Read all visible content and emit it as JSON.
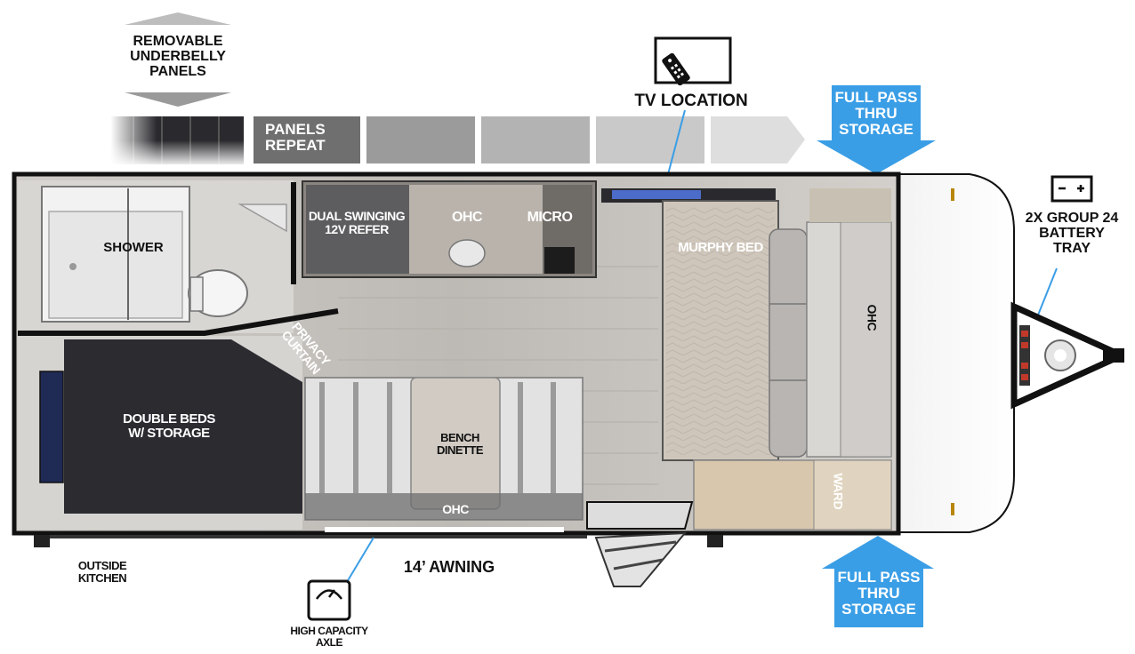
{
  "labels": {
    "underbelly": [
      "REMOVABLE",
      "UNDERBELLY",
      "PANELS"
    ],
    "panels_repeat": [
      "PANELS",
      "REPEAT"
    ],
    "tv_location": "TV LOCATION",
    "pass_thru_top": [
      "FULL PASS",
      "THRU",
      "STORAGE"
    ],
    "pass_thru_bottom": [
      "FULL PASS",
      "THRU",
      "STORAGE"
    ],
    "battery": [
      "2X GROUP 24",
      "BATTERY",
      "TRAY"
    ],
    "shower": "SHOWER",
    "refer": [
      "DUAL SWINGING",
      "12V REFER"
    ],
    "ohc_kitchen": "OHC",
    "micro": "MICRO",
    "murphy_bed": "MURPHY BED",
    "ohc_front": "OHC",
    "privacy_curtain": [
      "PRIVACY",
      "CURTAIN"
    ],
    "double_beds": [
      "DOUBLE BEDS",
      "W/ STORAGE"
    ],
    "bench_dinette": [
      "BENCH",
      "DINETTE"
    ],
    "ohc_dinette": "OHC",
    "ward": "WARD",
    "outside_kitchen": [
      "OUTSIDE",
      "KITCHEN"
    ],
    "awning": "14’ AWNING",
    "axle": [
      "HIGH CAPACITY",
      "AXLE"
    ]
  },
  "colors": {
    "callout_blue": "#3a9ee6",
    "outline": "#111111",
    "bed_dark": "#2b2b30",
    "floor": "#c9c6c2"
  },
  "icons": [
    "tv-remote-icon",
    "battery-icon",
    "scale-icon"
  ]
}
